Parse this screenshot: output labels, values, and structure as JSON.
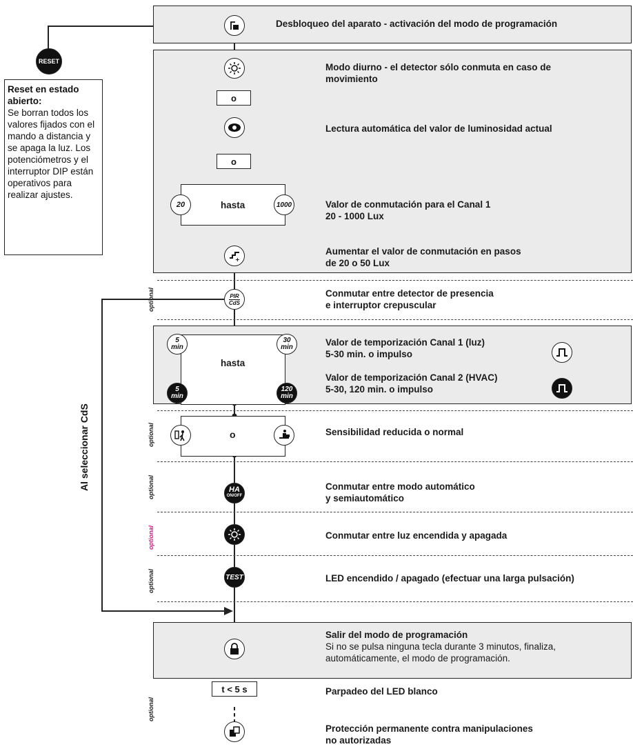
{
  "header": {
    "title": "Desbloqueo del aparato - activación del modo de programación"
  },
  "reset": {
    "button_label": "RESET",
    "title": "Reset en estado abierto:",
    "body": "Se borran todos los valores fijados con el mando a distancia y se apaga la luz. Los potenciómetros y el interruptor DIP están operativos para realizar ajustes."
  },
  "side_label": "Al seleccionar CdS",
  "optional_label": "optional",
  "steps": {
    "day_mode": {
      "line1": "Modo diurno - el detector sólo conmuta en caso de",
      "line2": "movimiento"
    },
    "auto_read": {
      "line1": "Lectura automática del valor de luminosidad actual"
    },
    "switch_value": {
      "line1": "Valor de conmutación para el Canal 1",
      "line2": "20 - 1000 Lux",
      "left": "20",
      "mid": "hasta",
      "right": "1000"
    },
    "increase": {
      "line1": "Aumentar el valor de conmutación en pasos",
      "line2": "de 20 o 50 Lux"
    },
    "pir": {
      "line1": "Conmutar entre detector de presencia",
      "line2": "e interruptor crepuscular",
      "icon_top": "PIR",
      "icon_bottom": "CdS"
    },
    "timer": {
      "ch1_line1": "Valor de temporización Canal 1 (luz)",
      "ch1_line2": "5-30 min. o impulso",
      "ch2_line1": "Valor de temporización Canal 2 (HVAC)",
      "ch2_line2": "5-30, 120 min. o impulso",
      "mid": "hasta",
      "t1_left": "5",
      "t1_right": "30",
      "t2_left": "5",
      "t2_right": "120",
      "unit": "min"
    },
    "sensitivity": {
      "line1": "Sensibilidad reducida o normal"
    },
    "ha": {
      "line1": "Conmutar entre modo automático",
      "line2": "y semiautomático",
      "icon_top": "HA",
      "icon_bottom": "ON/OFF"
    },
    "light": {
      "line1": "Conmutar entre luz encendida y apagada"
    },
    "test": {
      "line1": "LED encendido / apagado (efectuar una larga pulsación)",
      "icon": "TEST"
    },
    "exit": {
      "line1": "Salir del modo de programación",
      "line2": "Si no se pulsa ninguna tecla durante 3 minutos, finaliza,",
      "line3": "automáticamente, el modo de programación."
    },
    "blink": {
      "line1": "Parpadeo del LED blanco",
      "box": "t < 5 s"
    },
    "protect": {
      "line1": "Protección permanente contra manipulaciones",
      "line2": "no autorizadas"
    }
  },
  "colors": {
    "panel": "#ebebeb",
    "accent": "#e0148c"
  }
}
